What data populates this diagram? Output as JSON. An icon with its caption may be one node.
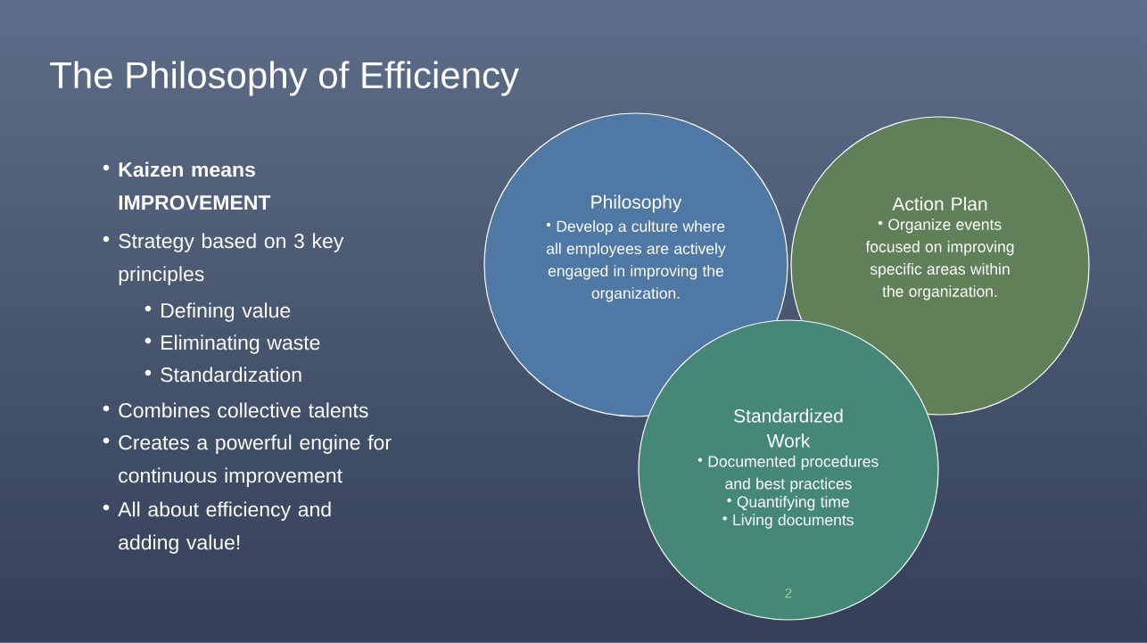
{
  "diagram": {
    "title": "The Philosophy of Efficiency",
    "nodes": [
      {
        "text": [
          "Philosophy",
          "Develop a culture where all employees are actively engaged in improving the organization."
        ]
      },
      {
        "text": [
          "Action Plan",
          "Organize events focused on improving specific areas within the organization."
        ]
      },
      {
        "text": [
          "Standardized Work",
          "Documented procedures and best practices",
          "Quantifying time",
          "Living documents"
        ]
      }
    ],
    "labels": [
      "Kaizen means IMPROVEMENT",
      "Strategy based on 3 key principles",
      "Defining value",
      "Eliminating waste",
      "Standardization",
      "Combines collective talents",
      "Creates a powerful engine for continuous improvement",
      "All about efficiency and adding value!",
      "2"
    ]
  }
}
